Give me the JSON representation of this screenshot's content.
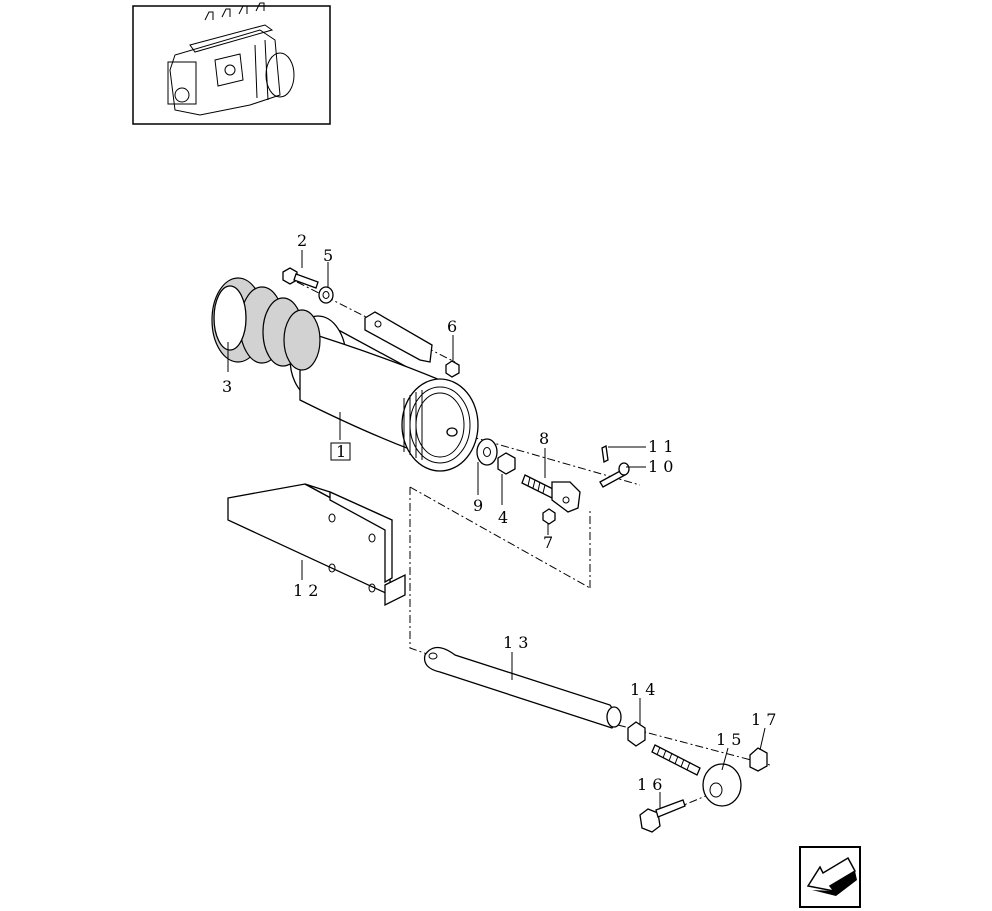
{
  "diagram": {
    "part_labels": [
      "1",
      "2",
      "3",
      "4",
      "5",
      "6",
      "7",
      "8",
      "9",
      "1 0",
      "1 1",
      "1 2",
      "1 3",
      "1 4",
      "1 5",
      "1 6",
      "1 7"
    ]
  },
  "icons": {
    "overview": "engine-injection-pump-thumbnail",
    "nav": "previous-page-arrow-icon"
  }
}
